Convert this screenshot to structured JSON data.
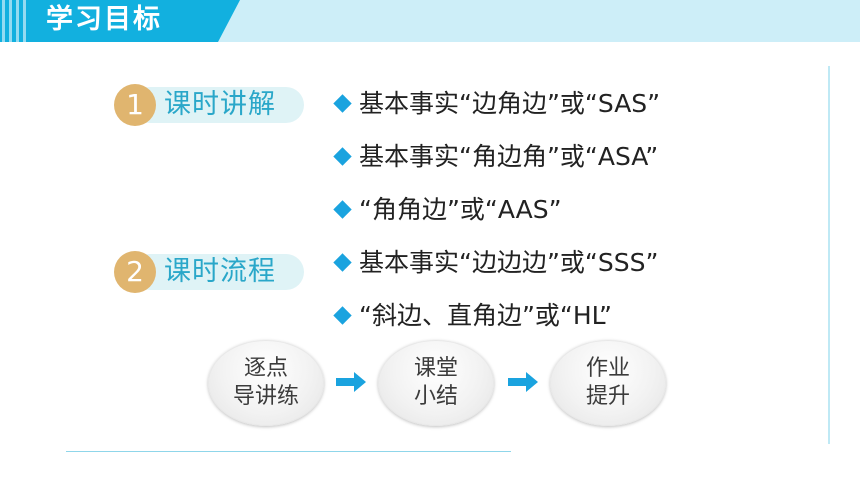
{
  "header": {
    "title": "学习目标"
  },
  "sections": [
    {
      "num": "1",
      "label": "课时讲解"
    },
    {
      "num": "2",
      "label": "课时流程"
    }
  ],
  "bullets": [
    "基本事实“边角边”或“SAS”",
    "基本事实“角边角”或“ASA”",
    "“角角边”或“AAS”",
    "基本事实“边边边”或“SSS”",
    "“斜边、直角边”或“HL”"
  ],
  "flow": [
    {
      "line1": "逐点",
      "line2": "导讲练"
    },
    {
      "line1": "课堂",
      "line2": "小结"
    },
    {
      "line1": "作业",
      "line2": "提升"
    }
  ],
  "colors": {
    "header_tab": "#12b0df",
    "header_strip": "#cdeef8",
    "number_badge": "#e0b56f",
    "section_label": "#2aa7c9",
    "diamond": "#1aa3df",
    "arrow": "#1aa3df"
  },
  "icons": {
    "bullet": "diamond-bullet-icon",
    "flow_arrow": "right-arrow-icon"
  }
}
